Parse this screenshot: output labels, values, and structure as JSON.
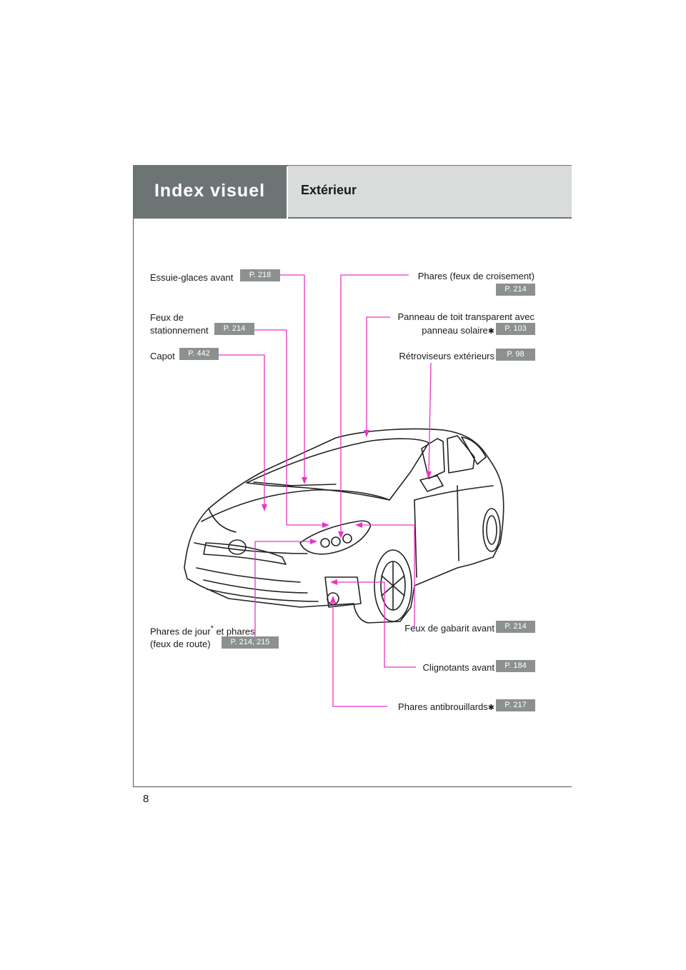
{
  "header": {
    "section": "Index visuel",
    "title": "Extérieur"
  },
  "page_number": "8",
  "callouts": {
    "wipers": {
      "label": "Essuie-glaces avant",
      "page": "P. 218"
    },
    "parking_lights_1": {
      "label": "Feux de"
    },
    "parking_lights_2": {
      "label": "stationnement",
      "page": "P. 214"
    },
    "hood": {
      "label": "Capot",
      "page": "P. 442"
    },
    "headlights_low": {
      "label": "Phares (feux de croisement)",
      "page": "P. 214"
    },
    "moonroof_1": {
      "label": "Panneau de toit transparent avec"
    },
    "moonroof_2": {
      "label": "panneau solaire",
      "star": "✱",
      "page": "P. 103"
    },
    "mirrors": {
      "label": "Rétroviseurs extérieurs",
      "page": "P. 98"
    },
    "drl_1": {
      "label": "Phares de jour",
      "star": "*",
      "suffix": " et phares"
    },
    "drl_2": {
      "label": "(feux de route)",
      "page": "P. 214, 215"
    },
    "side_markers": {
      "label": "Feux de gabarit avant",
      "page": "P. 214"
    },
    "turn_signals": {
      "label": "Clignotants avant",
      "page": "P. 184"
    },
    "fog_lights": {
      "label": "Phares antibrouillards",
      "star": "✱",
      "page": "P. 217"
    }
  },
  "colors": {
    "leader": "#e834c8",
    "badge": "#8c9190",
    "header_dark": "#6d7574",
    "header_light": "#d9dcdb"
  },
  "illustration": {
    "name": "car-front-three-quarter-illustration"
  }
}
